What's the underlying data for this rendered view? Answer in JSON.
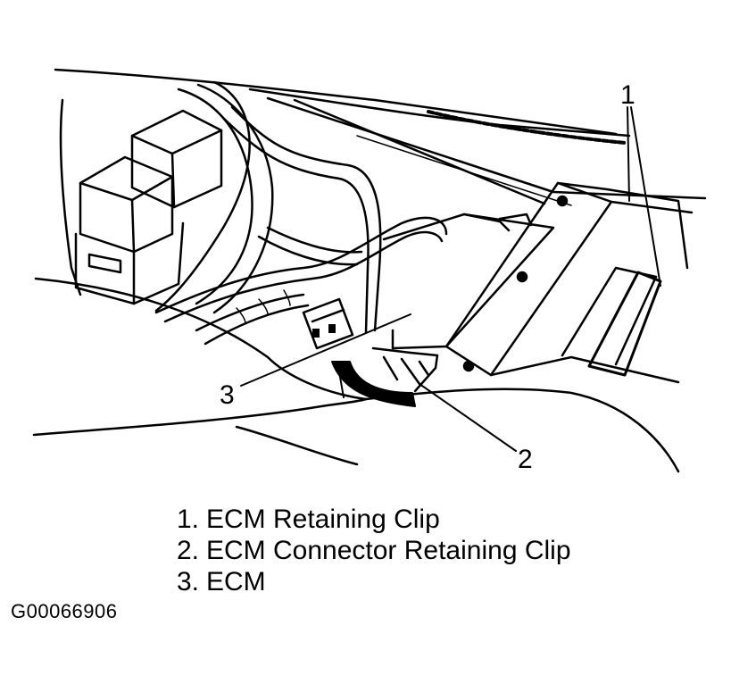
{
  "callouts": [
    {
      "number": "1",
      "target": "ECM Retaining Clip"
    },
    {
      "number": "2",
      "target": "ECM Connector Retaining Clip"
    },
    {
      "number": "3",
      "target": "ECM"
    }
  ],
  "legend": [
    {
      "num": "1.",
      "label": "ECM Retaining Clip"
    },
    {
      "num": "2.",
      "label": "ECM Connector Retaining Clip"
    },
    {
      "num": "3.",
      "label": "ECM"
    }
  ],
  "figure_id": "G00066906",
  "colors": {
    "ink": "#000000",
    "paper": "#ffffff"
  }
}
